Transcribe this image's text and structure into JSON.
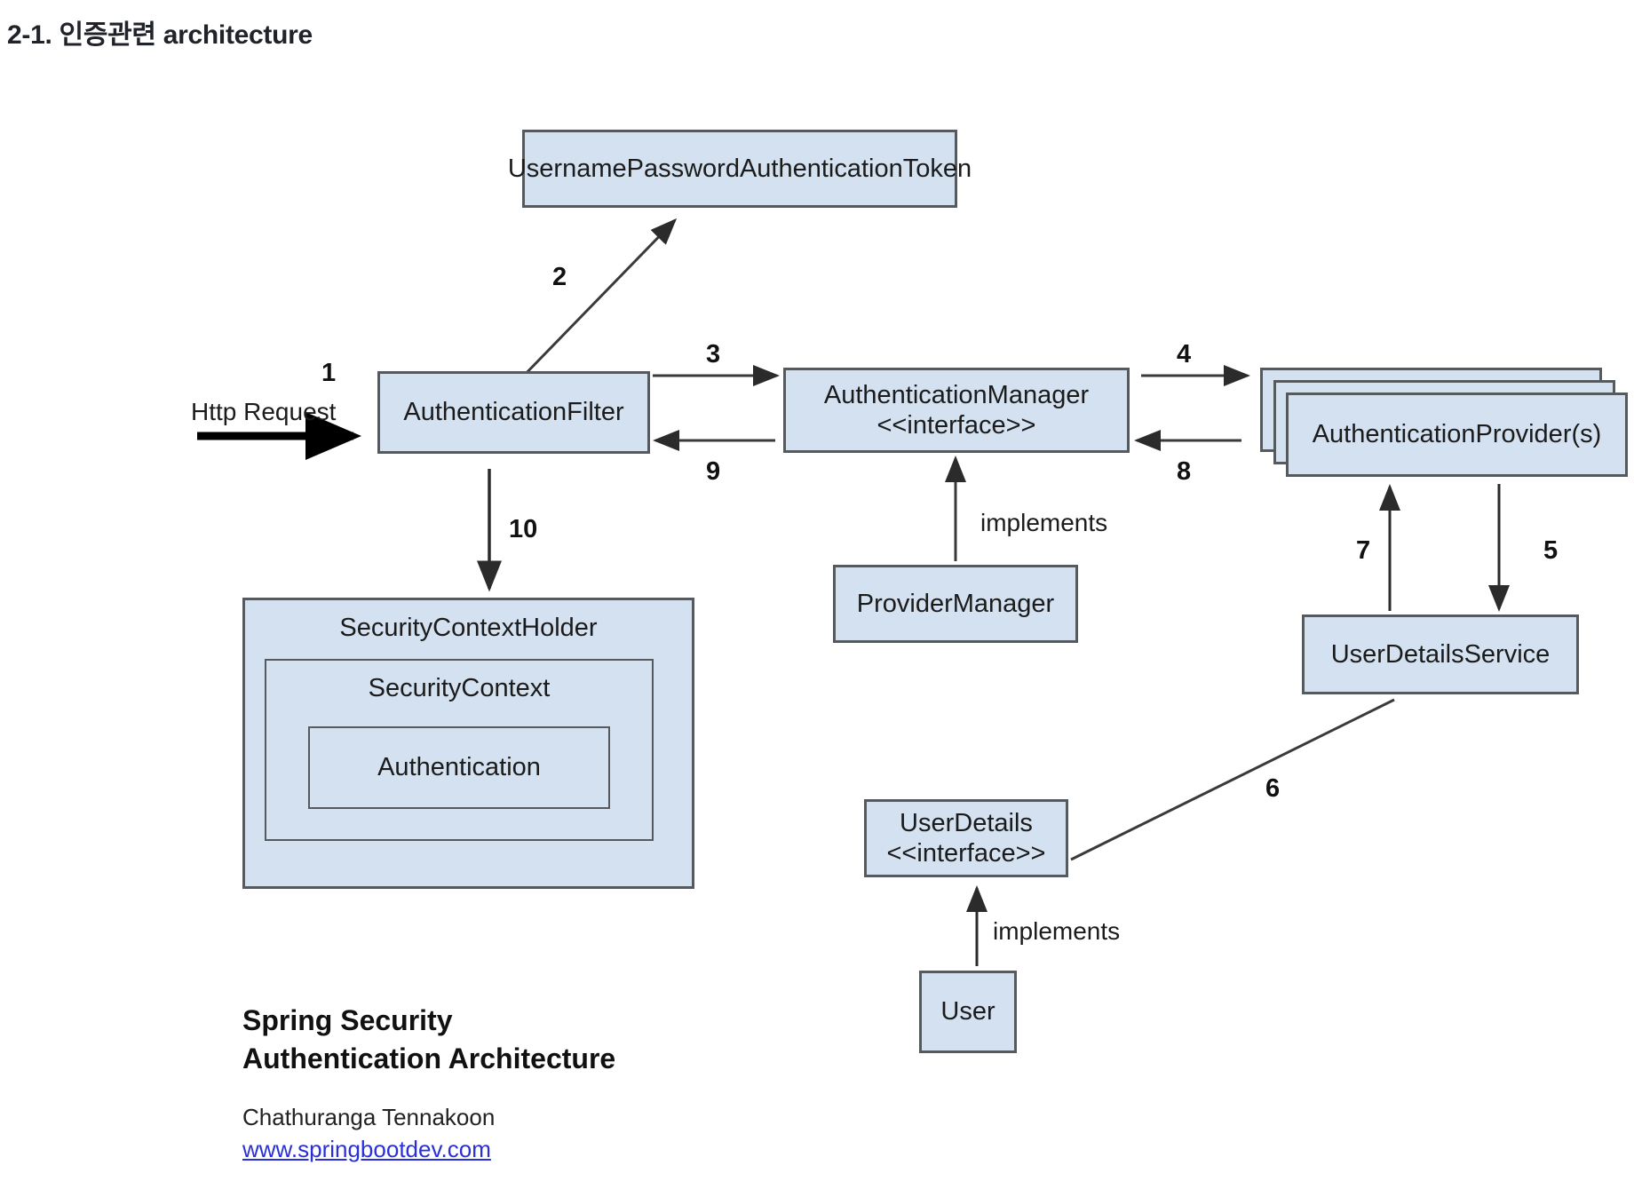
{
  "page": {
    "title": "2-1. 인증관련 architecture",
    "background": "#ffffff"
  },
  "colors": {
    "node_fill": "#d4e1f0",
    "node_border": "#555a5e",
    "link": "#2930d8",
    "text": "#1b1b1b"
  },
  "diagram": {
    "type": "flow-architecture",
    "nodes": [
      {
        "id": "upat",
        "label": "UsernamePasswordAuthenticationToken"
      },
      {
        "id": "filter",
        "label": "AuthenticationFilter"
      },
      {
        "id": "manager",
        "label": "AuthenticationManager\n<<interface>>"
      },
      {
        "id": "providers",
        "label": "AuthenticationProvider(s)"
      },
      {
        "id": "providermanager",
        "label": "ProviderManager"
      },
      {
        "id": "userdetailsservice",
        "label": "UserDetailsService"
      },
      {
        "id": "userdetails",
        "label": "UserDetails\n<<interface>>"
      },
      {
        "id": "user",
        "label": "User"
      },
      {
        "id": "scholder",
        "label": "SecurityContextHolder"
      },
      {
        "id": "sccontext",
        "label": "SecurityContext"
      },
      {
        "id": "authentication",
        "label": "Authentication"
      }
    ],
    "edge_numbers": {
      "n1": "1",
      "n2": "2",
      "n3": "3",
      "n4": "4",
      "n5": "5",
      "n6": "6",
      "n7": "7",
      "n8": "8",
      "n9": "9",
      "n10": "10"
    },
    "edge_text": {
      "http_request": "Http Request",
      "implements_manager": "implements",
      "implements_user": "implements"
    },
    "edges": [
      {
        "from": "http-request",
        "to": "filter",
        "label": "1"
      },
      {
        "from": "filter",
        "to": "upat",
        "label": "2"
      },
      {
        "from": "filter",
        "to": "manager",
        "label": "3"
      },
      {
        "from": "manager",
        "to": "providers",
        "label": "4"
      },
      {
        "from": "providers",
        "to": "userdetailsservice",
        "label": "5"
      },
      {
        "from": "userdetails",
        "to": "userdetailsservice",
        "label": "6"
      },
      {
        "from": "userdetailsservice",
        "to": "providers",
        "label": "7"
      },
      {
        "from": "providers",
        "to": "manager",
        "label": "8"
      },
      {
        "from": "manager",
        "to": "filter",
        "label": "9"
      },
      {
        "from": "filter",
        "to": "scholder",
        "label": "10"
      },
      {
        "from": "providermanager",
        "to": "manager",
        "label": "implements"
      },
      {
        "from": "user",
        "to": "userdetails",
        "label": "implements"
      }
    ]
  },
  "caption": {
    "title": "Spring Security\nAuthentication Architecture",
    "author": "Chathuranga Tennakoon",
    "link": "www.springbootdev.com"
  }
}
